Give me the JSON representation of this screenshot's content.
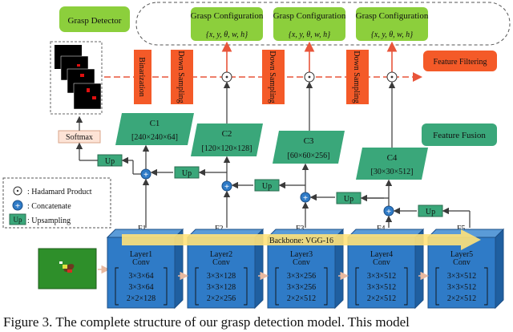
{
  "grasp_detector": "Grasp Detector",
  "feature_filtering": "Feature Filtering",
  "feature_fusion": "Feature Fusion",
  "softmax": "Softmax",
  "backbone": "Backbone: VGG-16",
  "binarization": "Binarization",
  "down_sampling": "Down Sampling",
  "up": "Up",
  "grasp_configs": [
    {
      "title": "Grasp Configuration",
      "params": "{x, y, θ, w, h}"
    },
    {
      "title": "Grasp Configuration",
      "params": "{x, y, θ, w, h}"
    },
    {
      "title": "Grasp Configuration",
      "params": "{x, y, θ, w, h}"
    }
  ],
  "fusion_blocks": [
    {
      "name": "C1",
      "dims": "[240×240×64]"
    },
    {
      "name": "C2",
      "dims": "[120×120×128]"
    },
    {
      "name": "C3",
      "dims": "[60×60×256]"
    },
    {
      "name": "C4",
      "dims": "[30×30×512]"
    }
  ],
  "legend": [
    {
      "symbol": "⊙",
      "text": ": Hadamard Product"
    },
    {
      "symbol": "+",
      "text": ": Concatenate"
    },
    {
      "symbol": "Up",
      "text": ": Upsampling"
    }
  ],
  "features": [
    "F1",
    "F2",
    "F3",
    "F4",
    "F5"
  ],
  "layers": [
    {
      "name": "Layer1",
      "type": "Conv",
      "rows": [
        "3×3×64",
        "3×3×64",
        "2×2×128"
      ]
    },
    {
      "name": "Layer2",
      "type": "Conv",
      "rows": [
        "3×3×128",
        "3×3×128",
        "2×2×256"
      ]
    },
    {
      "name": "Layer3",
      "type": "Conv",
      "rows": [
        "3×3×256",
        "3×3×256",
        "2×2×512"
      ]
    },
    {
      "name": "Layer4",
      "type": "Conv",
      "rows": [
        "3×3×512",
        "3×3×512",
        "2×2×512"
      ]
    },
    {
      "name": "Layer5",
      "type": "Conv",
      "rows": [
        "3×3×512",
        "3×3×512",
        "2×2×512"
      ]
    }
  ],
  "caption": "Figure 3. The complete structure of our grasp detection model. This model",
  "colors": {
    "green": "#8ccf3c",
    "orange": "#f45a28",
    "teal": "#3aa77a",
    "blue": "#2f7bc7",
    "yellow": "#ffe27a",
    "arrow": "#e8553a"
  }
}
